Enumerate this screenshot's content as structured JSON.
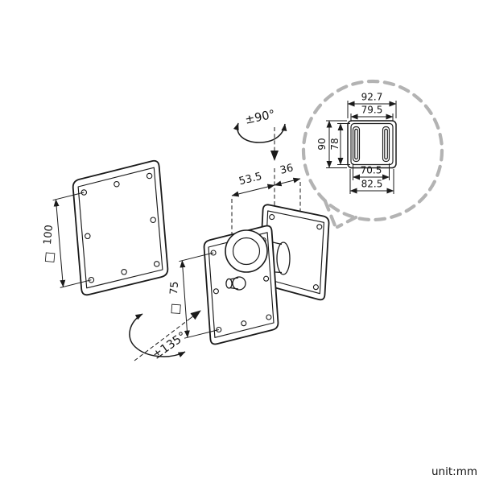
{
  "diagram": {
    "unit_label": "unit:mm",
    "rotations": {
      "swivel": "±90°",
      "tilt": "±135°"
    },
    "main_dimensions": {
      "monitor_plate_square": "100",
      "adapter_plate_square": "75",
      "arm_depth": "53.5",
      "wall_offset": "36",
      "square_symbol": "□"
    },
    "callout": {
      "outer_width": "92.7",
      "inner_width": "79.5",
      "outer_height": "90",
      "inner_height": "78",
      "slot_span": "70.5",
      "bottom_width": "82.5"
    }
  }
}
